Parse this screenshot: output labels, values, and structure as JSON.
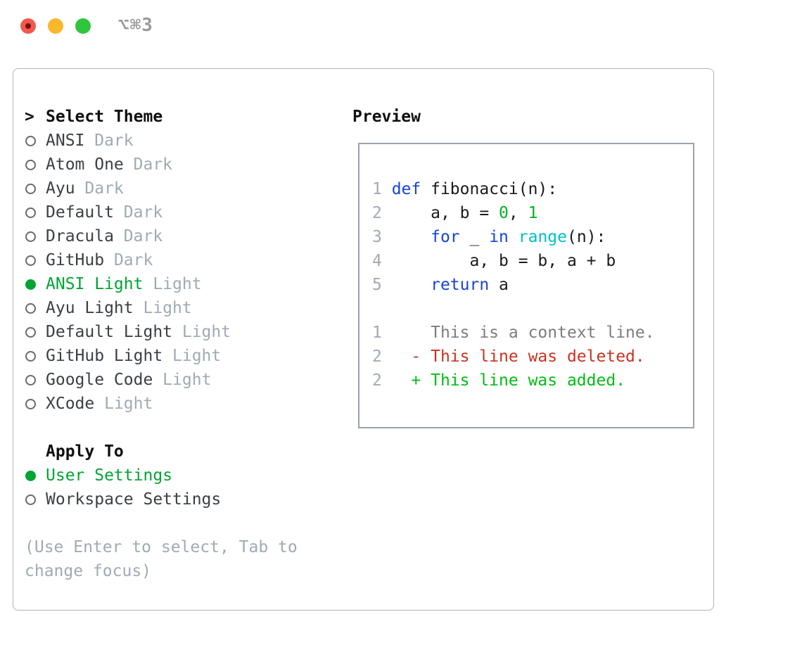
{
  "window": {
    "title": "⌥⌘3",
    "traffic_lights": [
      "close",
      "minimize",
      "zoom"
    ]
  },
  "theme_picker": {
    "header": {
      "prompt": ">",
      "label": "Select Theme"
    },
    "themes": [
      {
        "name": "ANSI",
        "variant": "Dark",
        "selected": false
      },
      {
        "name": "Atom One",
        "variant": "Dark",
        "selected": false
      },
      {
        "name": "Ayu",
        "variant": "Dark",
        "selected": false
      },
      {
        "name": "Default",
        "variant": "Dark",
        "selected": false
      },
      {
        "name": "Dracula",
        "variant": "Dark",
        "selected": false
      },
      {
        "name": "GitHub",
        "variant": "Dark",
        "selected": false
      },
      {
        "name": "ANSI Light",
        "variant": "Light",
        "selected": true
      },
      {
        "name": "Ayu Light",
        "variant": "Light",
        "selected": false
      },
      {
        "name": "Default Light",
        "variant": "Light",
        "selected": false
      },
      {
        "name": "GitHub Light",
        "variant": "Light",
        "selected": false
      },
      {
        "name": "Google Code",
        "variant": "Light",
        "selected": false
      },
      {
        "name": "XCode",
        "variant": "Light",
        "selected": false
      }
    ],
    "apply_to": {
      "label": "Apply To",
      "options": [
        {
          "label": "User Settings",
          "selected": true
        },
        {
          "label": "Workspace Settings",
          "selected": false
        }
      ]
    },
    "hint": "(Use Enter to select, Tab to change focus)"
  },
  "preview": {
    "label": "Preview",
    "lines": [
      [
        {
          "c": "ln",
          "t": "1 "
        },
        {
          "c": "kw",
          "t": "def"
        },
        {
          "c": "code",
          "t": " fibonacci(n):"
        }
      ],
      [
        {
          "c": "ln",
          "t": "2 "
        },
        {
          "c": "code",
          "t": "    a, b = "
        },
        {
          "c": "num",
          "t": "0"
        },
        {
          "c": "code",
          "t": ", "
        },
        {
          "c": "num",
          "t": "1"
        }
      ],
      [
        {
          "c": "ln",
          "t": "3 "
        },
        {
          "c": "code",
          "t": "    "
        },
        {
          "c": "kw",
          "t": "for"
        },
        {
          "c": "code",
          "t": " _ "
        },
        {
          "c": "kw",
          "t": "in"
        },
        {
          "c": "code",
          "t": " "
        },
        {
          "c": "bi",
          "t": "range"
        },
        {
          "c": "code",
          "t": "(n):"
        }
      ],
      [
        {
          "c": "ln",
          "t": "4 "
        },
        {
          "c": "code",
          "t": "        a, b = b, a + b"
        }
      ],
      [
        {
          "c": "ln",
          "t": "5 "
        },
        {
          "c": "code",
          "t": "    "
        },
        {
          "c": "kw",
          "t": "return"
        },
        {
          "c": "code",
          "t": " a"
        }
      ],
      [],
      [
        {
          "c": "ln",
          "t": "1 "
        },
        {
          "c": "ctx",
          "t": "    This is a context line."
        }
      ],
      [
        {
          "c": "ln",
          "t": "2 "
        },
        {
          "c": "del",
          "t": "  - This line was deleted."
        }
      ],
      [
        {
          "c": "ln",
          "t": "2 "
        },
        {
          "c": "add",
          "t": "  + This line was added."
        }
      ]
    ]
  },
  "colors": {
    "accent_green": "#00a434",
    "keyword_blue": "#1544d8",
    "builtin_cyan": "#00c0cb",
    "number_green": "#00b41f",
    "diff_red": "#cb3222",
    "diff_green": "#00bd13",
    "muted_gray": "#a0aab4",
    "context_gray": "#7d7d7d",
    "text_dark": "#3b3f44",
    "header_black": "#101010",
    "code_black": "#1b1b1b",
    "panel_border": "#b3b3b3",
    "preview_border": "#9aa2ad",
    "ring_gray": "#6a6a6a",
    "traffic_red": "#f3574f",
    "traffic_red_dot": "#76120e",
    "traffic_yellow": "#f9b82c",
    "traffic_green": "#2fc53d",
    "title_gray": "#9b9b9b"
  }
}
